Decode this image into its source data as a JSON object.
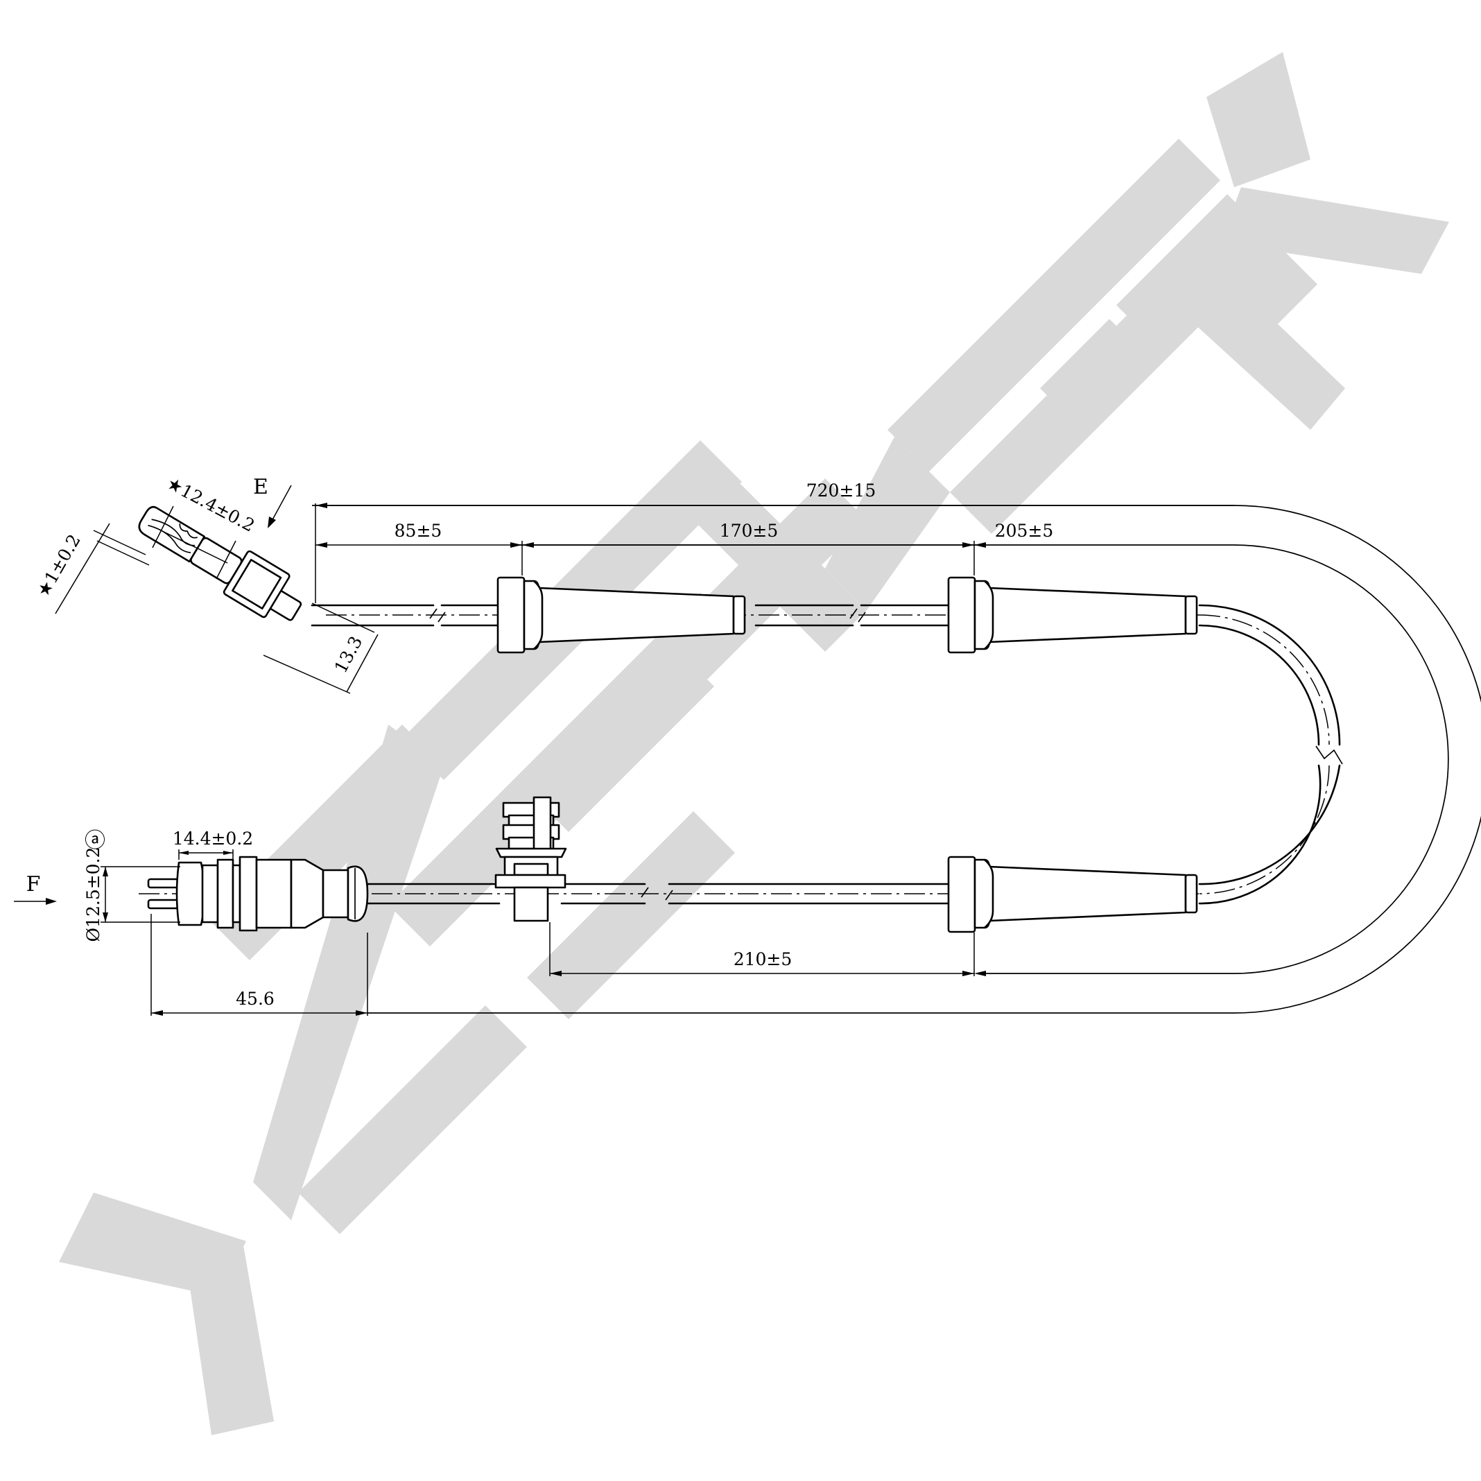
{
  "dimensions": {
    "total_length": "720±15",
    "seg1": "85±5",
    "seg2": "170±5",
    "seg3": "205±5",
    "seg_bottom": "210±5",
    "connector_length": "45.6",
    "connector_body": "14.4±0.2",
    "connector_diameter": "Ø12.5±0.2",
    "sensor_width": "★12.4±0.2",
    "sensor_tip": "★1±0.2",
    "sensor_offset": "13.3"
  },
  "view_labels": {
    "e": "E",
    "f": "F",
    "a": "ⓐ"
  },
  "watermark": {
    "text": "ZENNEK",
    "color": "#d9d9d9"
  }
}
